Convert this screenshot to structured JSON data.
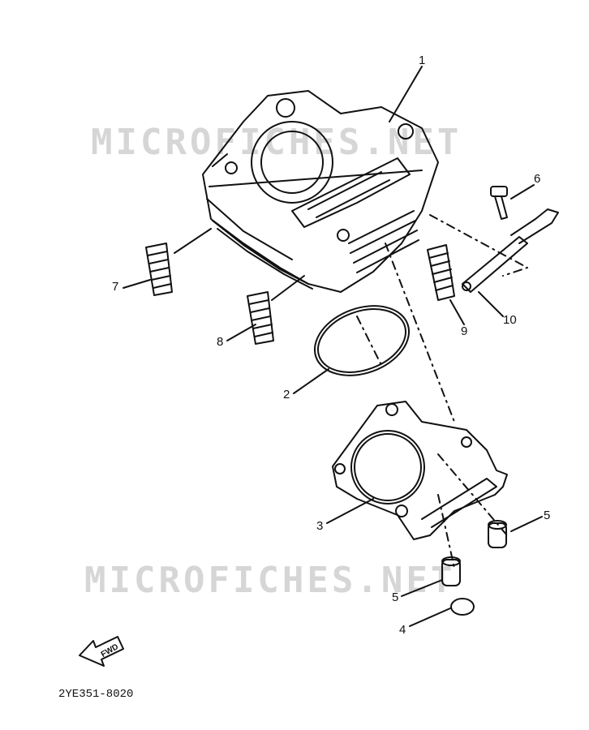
{
  "watermark": "MICROFICHES.NET",
  "part_code": "2YE351-8020",
  "fwd_label": "FWD",
  "callouts": [
    "1",
    "2",
    "3",
    "4",
    "5",
    "5",
    "6",
    "7",
    "8",
    "9",
    "10"
  ],
  "icons": {
    "cylinder": "cylinder-icon",
    "o-ring": "o-ring-icon",
    "gasket": "gasket-icon",
    "dowel": "dowel-pin-icon",
    "spring": "spring-icon",
    "bolt": "bolt-icon",
    "guide": "guide-bracket-icon",
    "arrow": "fwd-arrow-icon"
  }
}
